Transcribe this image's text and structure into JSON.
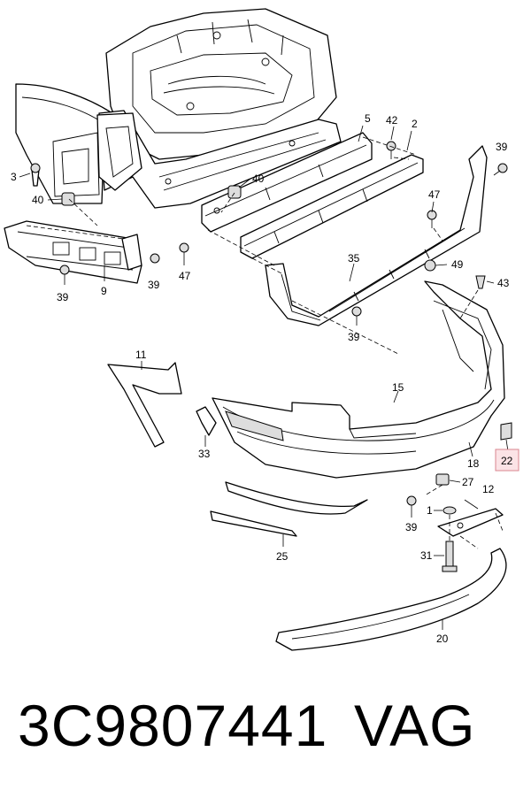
{
  "diagram": {
    "callouts": {
      "c1": "1",
      "c2": "2",
      "c3": "3",
      "c5": "5",
      "c9": "9",
      "c11": "11",
      "c12": "12",
      "c15": "15",
      "c18": "18",
      "c20": "20",
      "c22": "22",
      "c25": "25",
      "c27": "27",
      "c31": "31",
      "c33": "33",
      "c35": "35",
      "c39a": "39",
      "c39b": "39",
      "c39c": "39",
      "c39d": "39",
      "c39e": "39",
      "c40a": "40",
      "c40b": "40",
      "c42": "42",
      "c43": "43",
      "c47a": "47",
      "c47b": "47",
      "c49": "49"
    },
    "highlighted_callout": "22",
    "highlight_color": "#fbe3e6"
  },
  "footer": {
    "part_number": "3C9807441",
    "brand": "VAG"
  }
}
